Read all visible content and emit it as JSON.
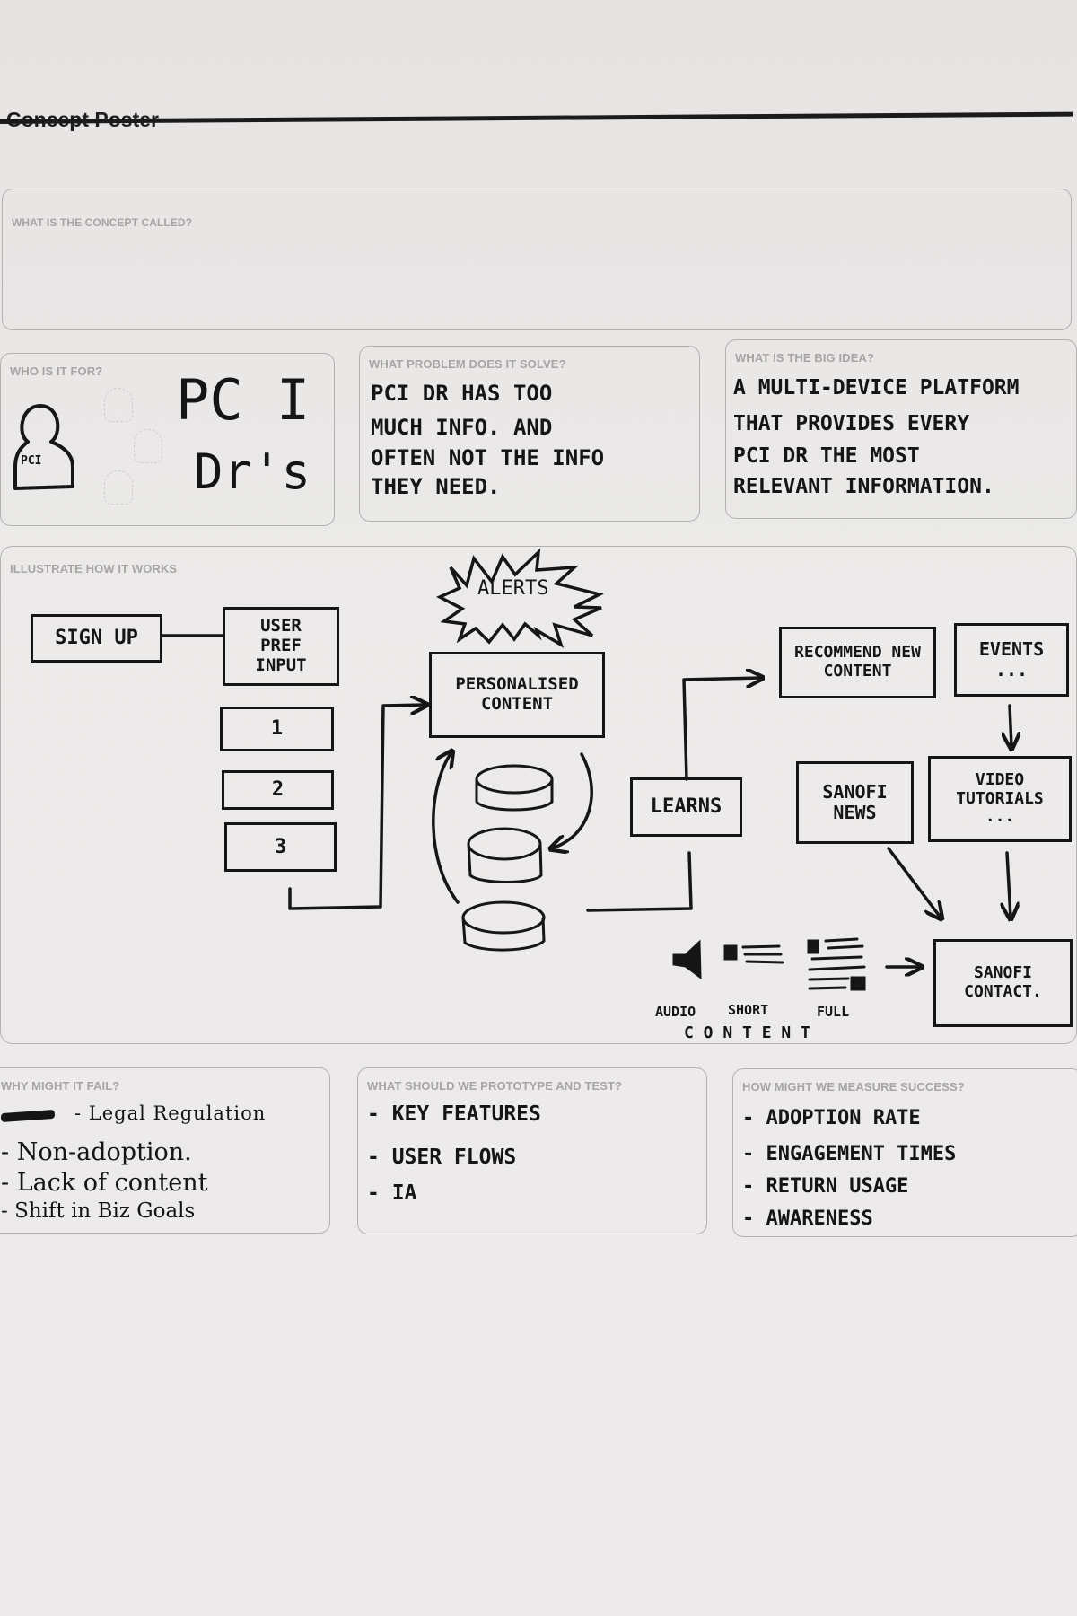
{
  "poster": {
    "title": "Concept Poster"
  },
  "concept_name": {
    "label": "WHAT IS THE CONCEPT CALLED?",
    "value": ""
  },
  "who": {
    "label": "WHO IS IT FOR?",
    "badge": "PCI",
    "line1": "PC I",
    "line2": "Dr's"
  },
  "problem": {
    "label": "WHAT PROBLEM DOES IT SOLVE?",
    "lines": [
      "PCI Dr has too",
      "much info. And",
      "often not the info",
      "they need."
    ]
  },
  "big_idea": {
    "label": "WHAT IS THE BIG IDEA?",
    "lines": [
      "A Multi-Device Platform",
      "that provides every",
      "PCI Dr the most",
      "relevant information."
    ]
  },
  "how_it_works": {
    "label": "ILLUSTRATE HOW IT WORKS",
    "nodes": {
      "sign_up": "Sign Up",
      "user_pref": "User Pref Input",
      "opt1": "1",
      "opt2": "2",
      "opt3": "3",
      "alerts": "Alerts",
      "personalised": "Personalised Content",
      "learns": "Learns",
      "recommend": "Recommend New Content",
      "events": "Events ...",
      "sanofi_news": "Sanofi News",
      "video": "Video Tutorials ...",
      "sanofi_contact": "Sanofi Contact."
    },
    "content_types": {
      "audio": "Audio",
      "short": "Short",
      "full": "Full",
      "caption": "C O N T E N T"
    }
  },
  "fail": {
    "label": "WHY MIGHT IT FAIL?",
    "items": [
      "- Legal Regulation",
      "- Non-adoption.",
      "- Lack of content",
      "- Shift in Biz Goals"
    ]
  },
  "prototype": {
    "label": "WHAT SHOULD WE PROTOTYPE AND TEST?",
    "items": [
      "- Key Features",
      "- User Flows",
      "- IA"
    ]
  },
  "measure": {
    "label": "HOW MIGHT WE MEASURE SUCCESS?",
    "items": [
      "- Adoption Rate",
      "- Engagement Times",
      "- Return Usage",
      "- Awareness"
    ]
  }
}
